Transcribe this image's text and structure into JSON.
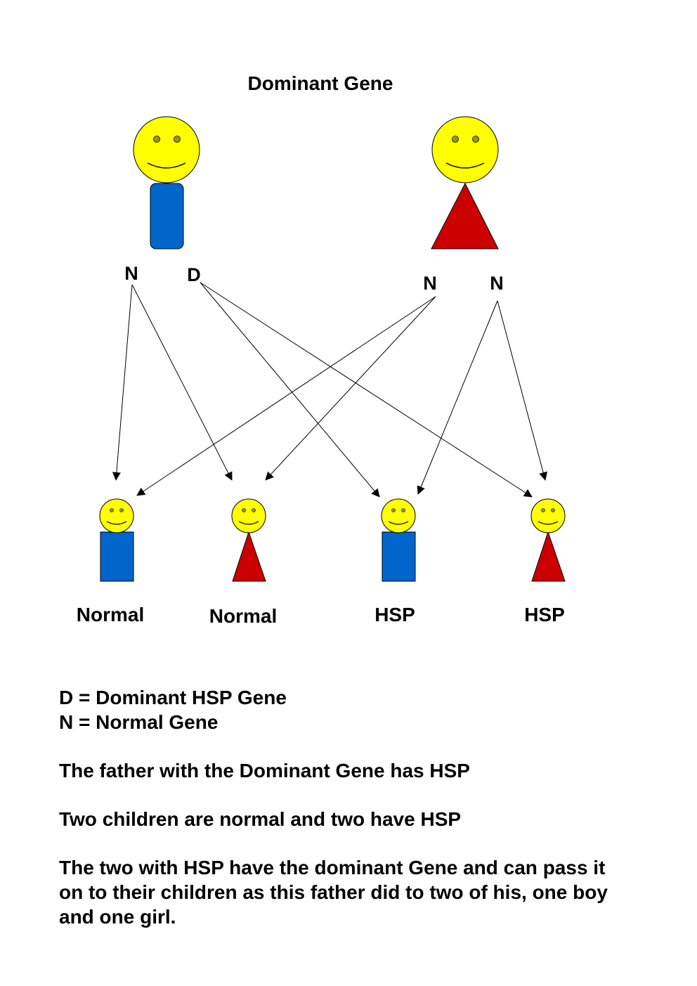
{
  "title": "Dominant Gene",
  "colors": {
    "head": "#ffff00",
    "male_body": "#0066cc",
    "female_body": "#cc0000",
    "outline": "#000000",
    "eye": "#999900"
  },
  "parents": {
    "father": {
      "gene_left": "N",
      "gene_right": "D"
    },
    "mother": {
      "gene_left": "N",
      "gene_right": "N"
    }
  },
  "children": [
    {
      "sex": "male",
      "label": "Normal"
    },
    {
      "sex": "female",
      "label": "Normal"
    },
    {
      "sex": "male",
      "label": "HSP"
    },
    {
      "sex": "female",
      "label": "HSP"
    }
  ],
  "legend": {
    "line1": "D = Dominant HSP Gene",
    "line2": "N = Normal Gene",
    "line3": "The father with the Dominant Gene has HSP",
    "line4": "Two children are normal and two have HSP",
    "line5a": "The two with HSP have the dominant Gene and can pass it",
    "line5b": "on to their children as this father did to two of his, one boy",
    "line5c": "and one girl."
  }
}
